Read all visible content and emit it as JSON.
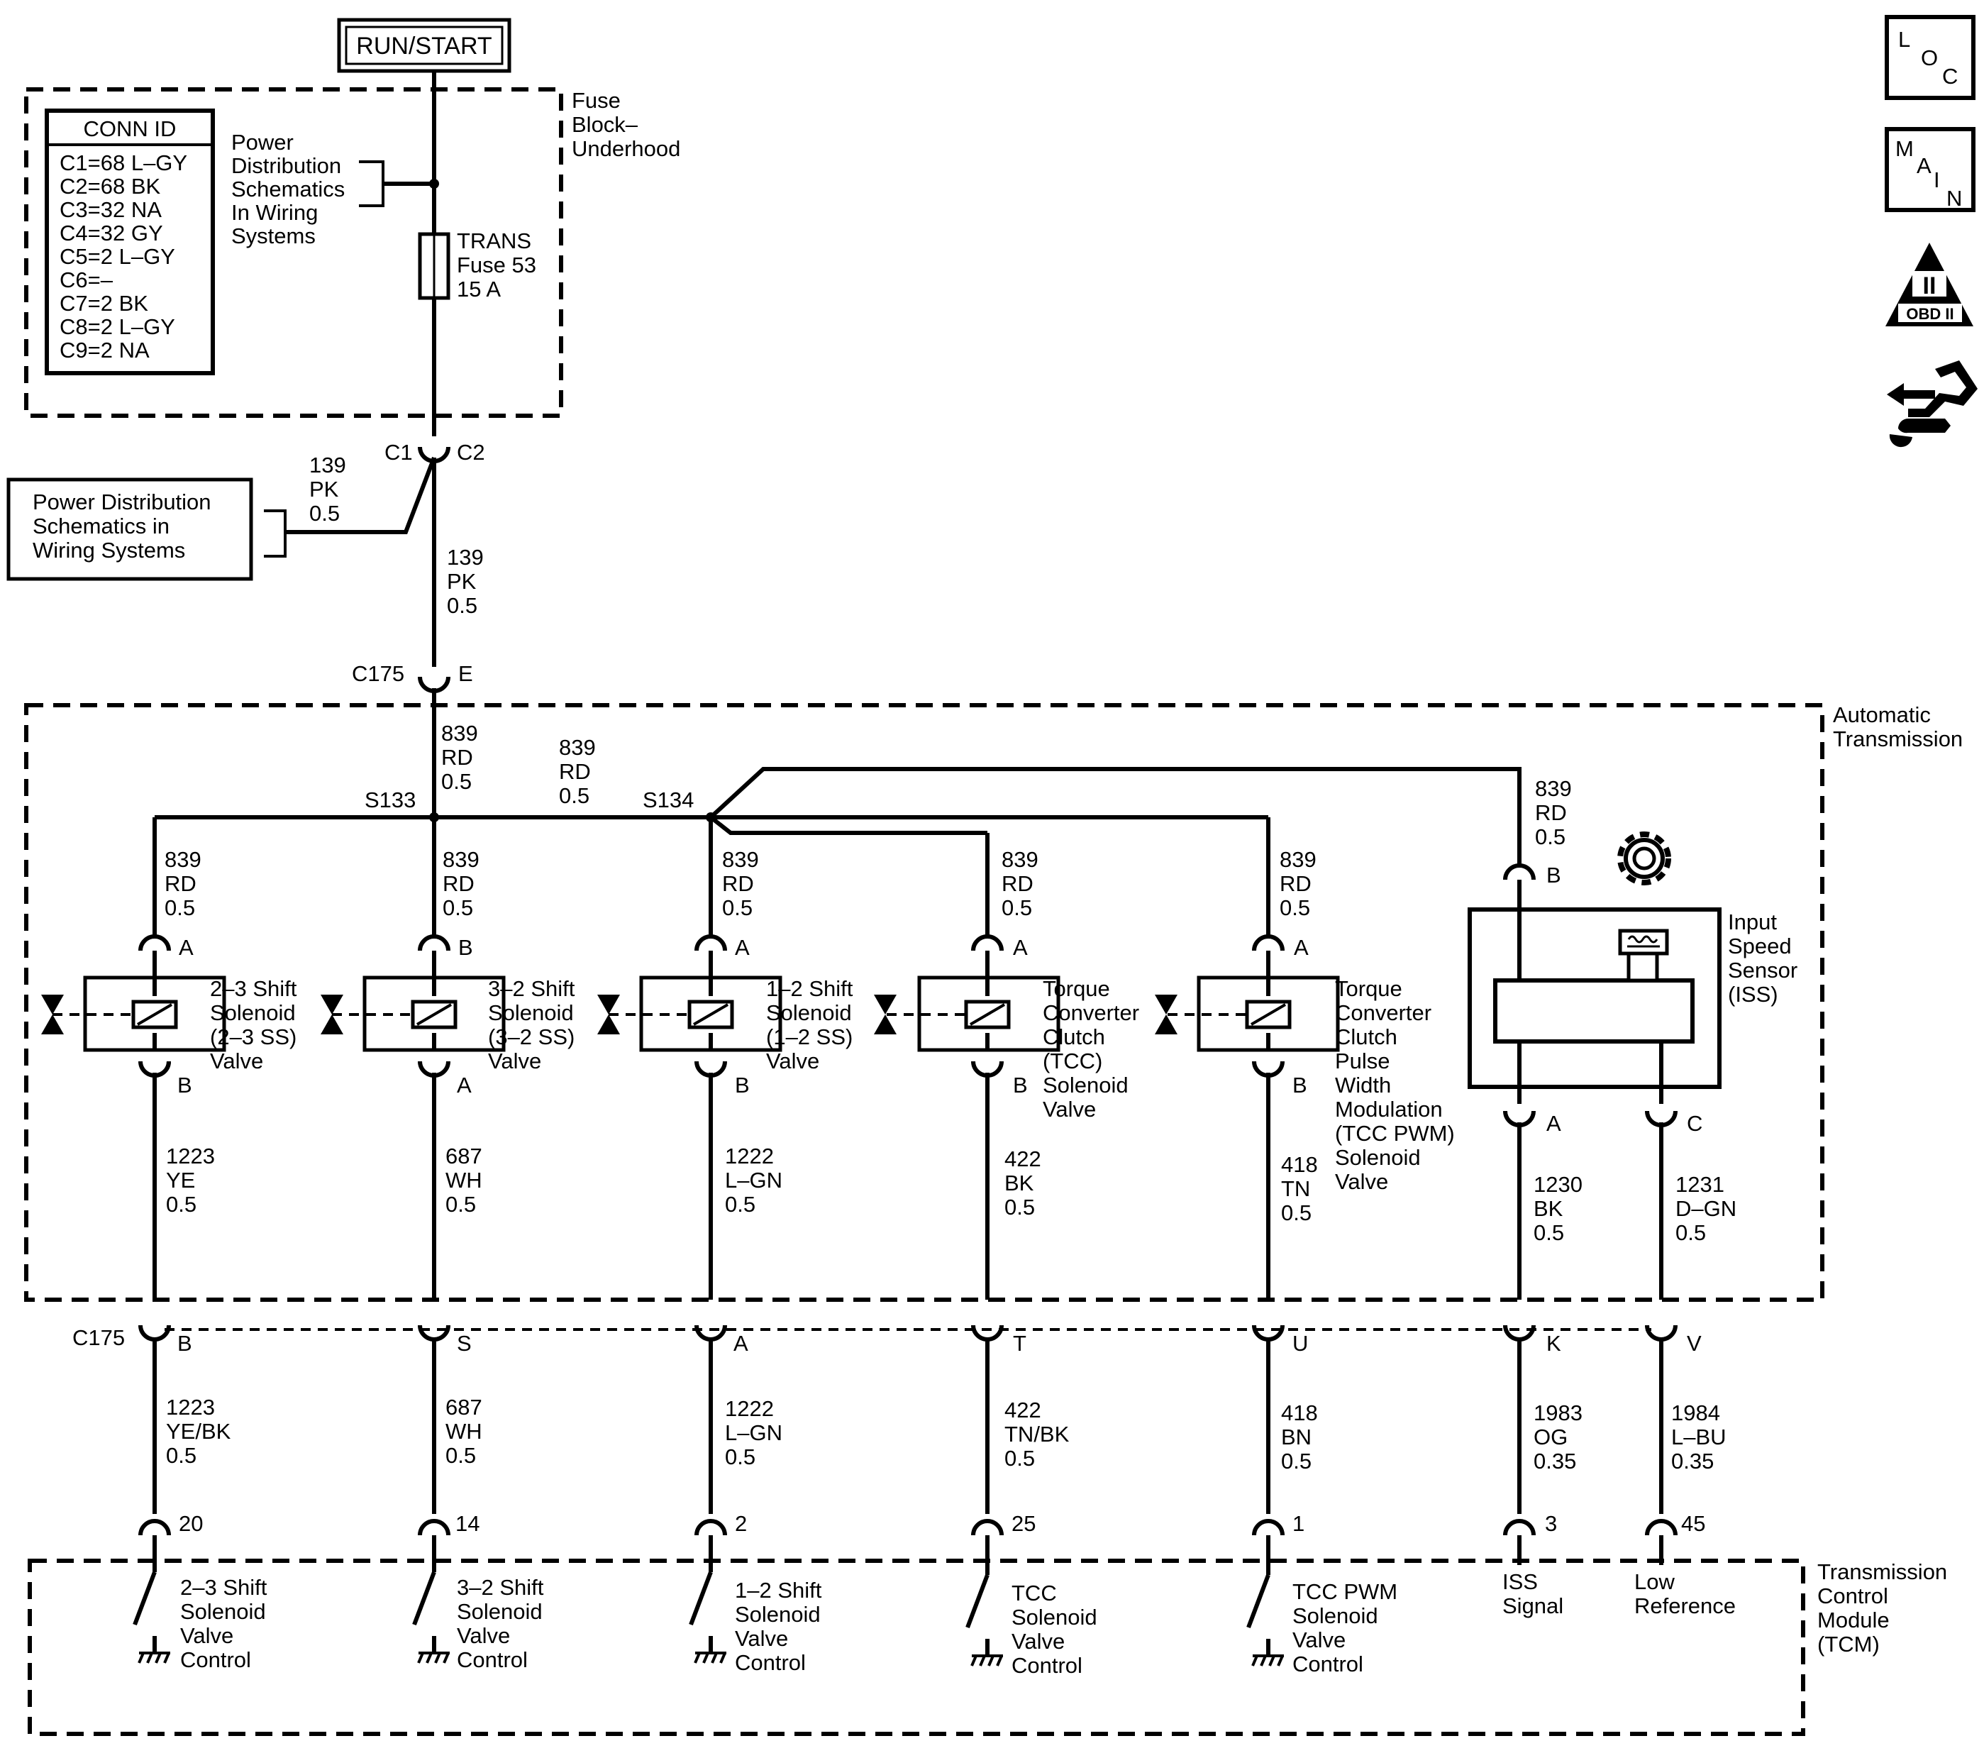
{
  "power_source": "RUN/START",
  "fuse_block": {
    "label": [
      "Fuse",
      "Block–",
      "Underhood"
    ],
    "conn_id_title": "CONN ID",
    "conn_ids": [
      "C1=68 L–GY",
      "C2=68 BK",
      "C3=32 NA",
      "C4=32 GY",
      "C5=2 L–GY",
      "C6=–",
      "C7=2 BK",
      "C8=2 L–GY",
      "C9=2 NA"
    ],
    "power_dist_ref": [
      "Power",
      "Distribution",
      "Schematics",
      "In Wiring",
      "Systems"
    ],
    "fuse": [
      "TRANS",
      "Fuse 53",
      "15 A"
    ]
  },
  "left_ref": [
    "Power Distribution",
    "Schematics in",
    "Wiring Systems"
  ],
  "top_connector": {
    "left": "C1",
    "right": "C2"
  },
  "wire_139_branch": [
    "139",
    "PK",
    "0.5"
  ],
  "wire_139_main": [
    "139",
    "PK",
    "0.5"
  ],
  "c175_top": {
    "label": "C175",
    "pin": "E"
  },
  "wire_839_main": [
    "839",
    "RD",
    "0.5"
  ],
  "wire_839_mid": [
    "839",
    "RD",
    "0.5"
  ],
  "splices": {
    "s133": "S133",
    "s134": "S134"
  },
  "auto_trans_label": [
    "Automatic",
    "Transmission"
  ],
  "solenoids": [
    {
      "name": [
        "2–3 Shift",
        "Solenoid",
        "(2–3 SS)",
        "Valve"
      ],
      "top_wire": [
        "839",
        "RD",
        "0.5"
      ],
      "top_pin": "A",
      "bottom_pin": "B",
      "bottom_wire": [
        "1223",
        "YE",
        "0.5"
      ]
    },
    {
      "name": [
        "3–2 Shift",
        "Solenoid",
        "(3–2 SS)",
        "Valve"
      ],
      "top_wire": [
        "839",
        "RD",
        "0.5"
      ],
      "top_pin": "B",
      "bottom_pin": "A",
      "bottom_wire": [
        "687",
        "WH",
        "0.5"
      ]
    },
    {
      "name": [
        "1–2 Shift",
        "Solenoid",
        "(1–2 SS)",
        "Valve"
      ],
      "top_wire": [
        "839",
        "RD",
        "0.5"
      ],
      "top_pin": "A",
      "bottom_pin": "B",
      "bottom_wire": [
        "1222",
        "L–GN",
        "0.5"
      ]
    },
    {
      "name": [
        "Torque",
        "Converter",
        "Clutch",
        "(TCC)",
        "Solenoid",
        "Valve"
      ],
      "top_wire": [
        "839",
        "RD",
        "0.5"
      ],
      "top_pin": "A",
      "bottom_pin": "B",
      "bottom_wire": [
        "422",
        "BK",
        "0.5"
      ]
    },
    {
      "name": [
        "Torque",
        "Converter",
        "Clutch",
        "Pulse",
        "Width",
        "Modulation",
        "(TCC PWM)",
        "Solenoid",
        "Valve"
      ],
      "top_wire": [
        "839",
        "RD",
        "0.5"
      ],
      "top_pin": "A",
      "bottom_pin": "B",
      "bottom_wire": [
        "418",
        "TN",
        "0.5"
      ]
    }
  ],
  "iss": {
    "name": [
      "Input",
      "Speed",
      "Sensor",
      "(ISS)"
    ],
    "top_wire": [
      "839",
      "RD",
      "0.5"
    ],
    "top_pin": "B",
    "pin_a": "A",
    "pin_c": "C",
    "wire_a": [
      "1230",
      "BK",
      "0.5"
    ],
    "wire_c": [
      "1231",
      "D–GN",
      "0.5"
    ]
  },
  "c175_bottom": {
    "label": "C175",
    "pins": [
      "B",
      "S",
      "A",
      "T",
      "U",
      "K",
      "V"
    ]
  },
  "lower_wires": [
    [
      "1223",
      "YE/BK",
      "0.5"
    ],
    [
      "687",
      "WH",
      "0.5"
    ],
    [
      "1222",
      "L–GN",
      "0.5"
    ],
    [
      "422",
      "TN/BK",
      "0.5"
    ],
    [
      "418",
      "BN",
      "0.5"
    ],
    [
      "1983",
      "OG",
      "0.35"
    ],
    [
      "1984",
      "L–BU",
      "0.35"
    ]
  ],
  "tcm_pins": [
    "20",
    "14",
    "2",
    "25",
    "1",
    "3",
    "45"
  ],
  "tcm_label": [
    "Transmission",
    "Control",
    "Module",
    "(TCM)"
  ],
  "tcm_functions": [
    [
      "2–3 Shift",
      "Solenoid",
      "Valve",
      "Control"
    ],
    [
      "3–2 Shift",
      "Solenoid",
      "Valve",
      "Control"
    ],
    [
      "1–2 Shift",
      "Solenoid",
      "Valve",
      "Control"
    ],
    [
      "TCC",
      "Solenoid",
      "Valve",
      "Control"
    ],
    [
      "TCC PWM",
      "Solenoid",
      "Valve",
      "Control"
    ],
    [
      "ISS",
      "Signal"
    ],
    [
      "Low",
      "Reference"
    ]
  ],
  "side_icons": {
    "loc": [
      "L",
      "O",
      "C"
    ],
    "main": [
      "M",
      "A",
      "I",
      "N"
    ],
    "obd": [
      "II",
      "OBD II"
    ]
  }
}
